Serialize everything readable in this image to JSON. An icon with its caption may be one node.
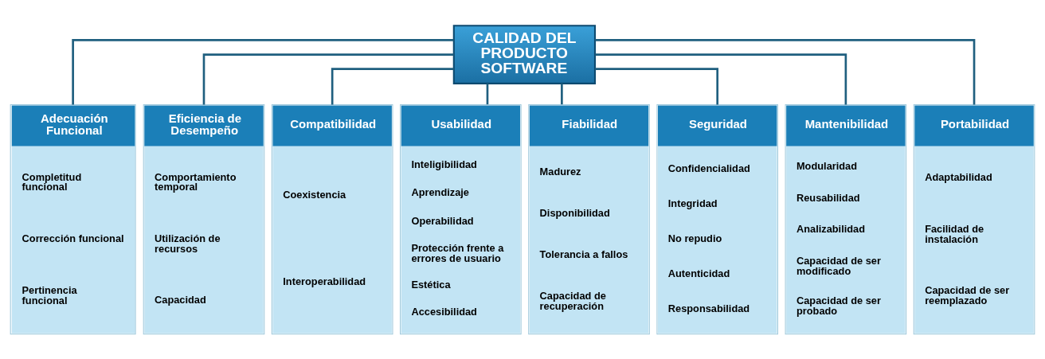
{
  "diagram": {
    "nodes": [
      {
        "text": [
          "CALIDAD DEL PRODUCTO SOFTWARE"
        ]
      },
      {
        "text": [
          "Adecuación Funcional",
          "Completitud funcional",
          "Corrección funcional",
          "Pertinencia funcional"
        ]
      },
      {
        "text": [
          "Eficiencia de Desempeño",
          "Comportamiento temporal",
          "Utilización de recursos",
          "Capacidad"
        ]
      },
      {
        "text": [
          "Compatibilidad",
          "Coexistencia",
          "Interoperabilidad"
        ]
      },
      {
        "text": [
          "Usabilidad",
          "Inteligibilidad",
          "Aprendizaje",
          "Operabilidad",
          "Protección frente a errores de usuario",
          "Estética",
          "Accesibilidad"
        ]
      },
      {
        "text": [
          "Fiabilidad",
          "Madurez",
          "Disponibilidad",
          "Tolerancia a fallos",
          "Capacidad de recuperación"
        ]
      },
      {
        "text": [
          "Seguridad",
          "Confidencialidad",
          "Integridad",
          "No repudio",
          "Autenticidad",
          "Responsabilidad"
        ]
      },
      {
        "text": [
          "Mantenibilidad",
          "Modularidad",
          "Reusabilidad",
          "Analizabilidad",
          "Capacidad de ser modificado",
          "Capacidad de ser probado"
        ]
      },
      {
        "text": [
          "Portabilidad",
          "Adaptabilidad",
          "Facilidad de instalación",
          "Capacidad de ser reemplazado"
        ]
      }
    ],
    "edges": [
      {
        "from": 0,
        "to": 1,
        "arrow": "none"
      },
      {
        "from": 0,
        "to": 2,
        "arrow": "none"
      },
      {
        "from": 0,
        "to": 3,
        "arrow": "none"
      },
      {
        "from": 0,
        "to": 4,
        "arrow": "none"
      },
      {
        "from": 0,
        "to": 5,
        "arrow": "none"
      },
      {
        "from": 0,
        "to": 6,
        "arrow": "none"
      },
      {
        "from": 0,
        "to": 7,
        "arrow": "none"
      },
      {
        "from": 0,
        "to": 8,
        "arrow": "none"
      }
    ]
  }
}
